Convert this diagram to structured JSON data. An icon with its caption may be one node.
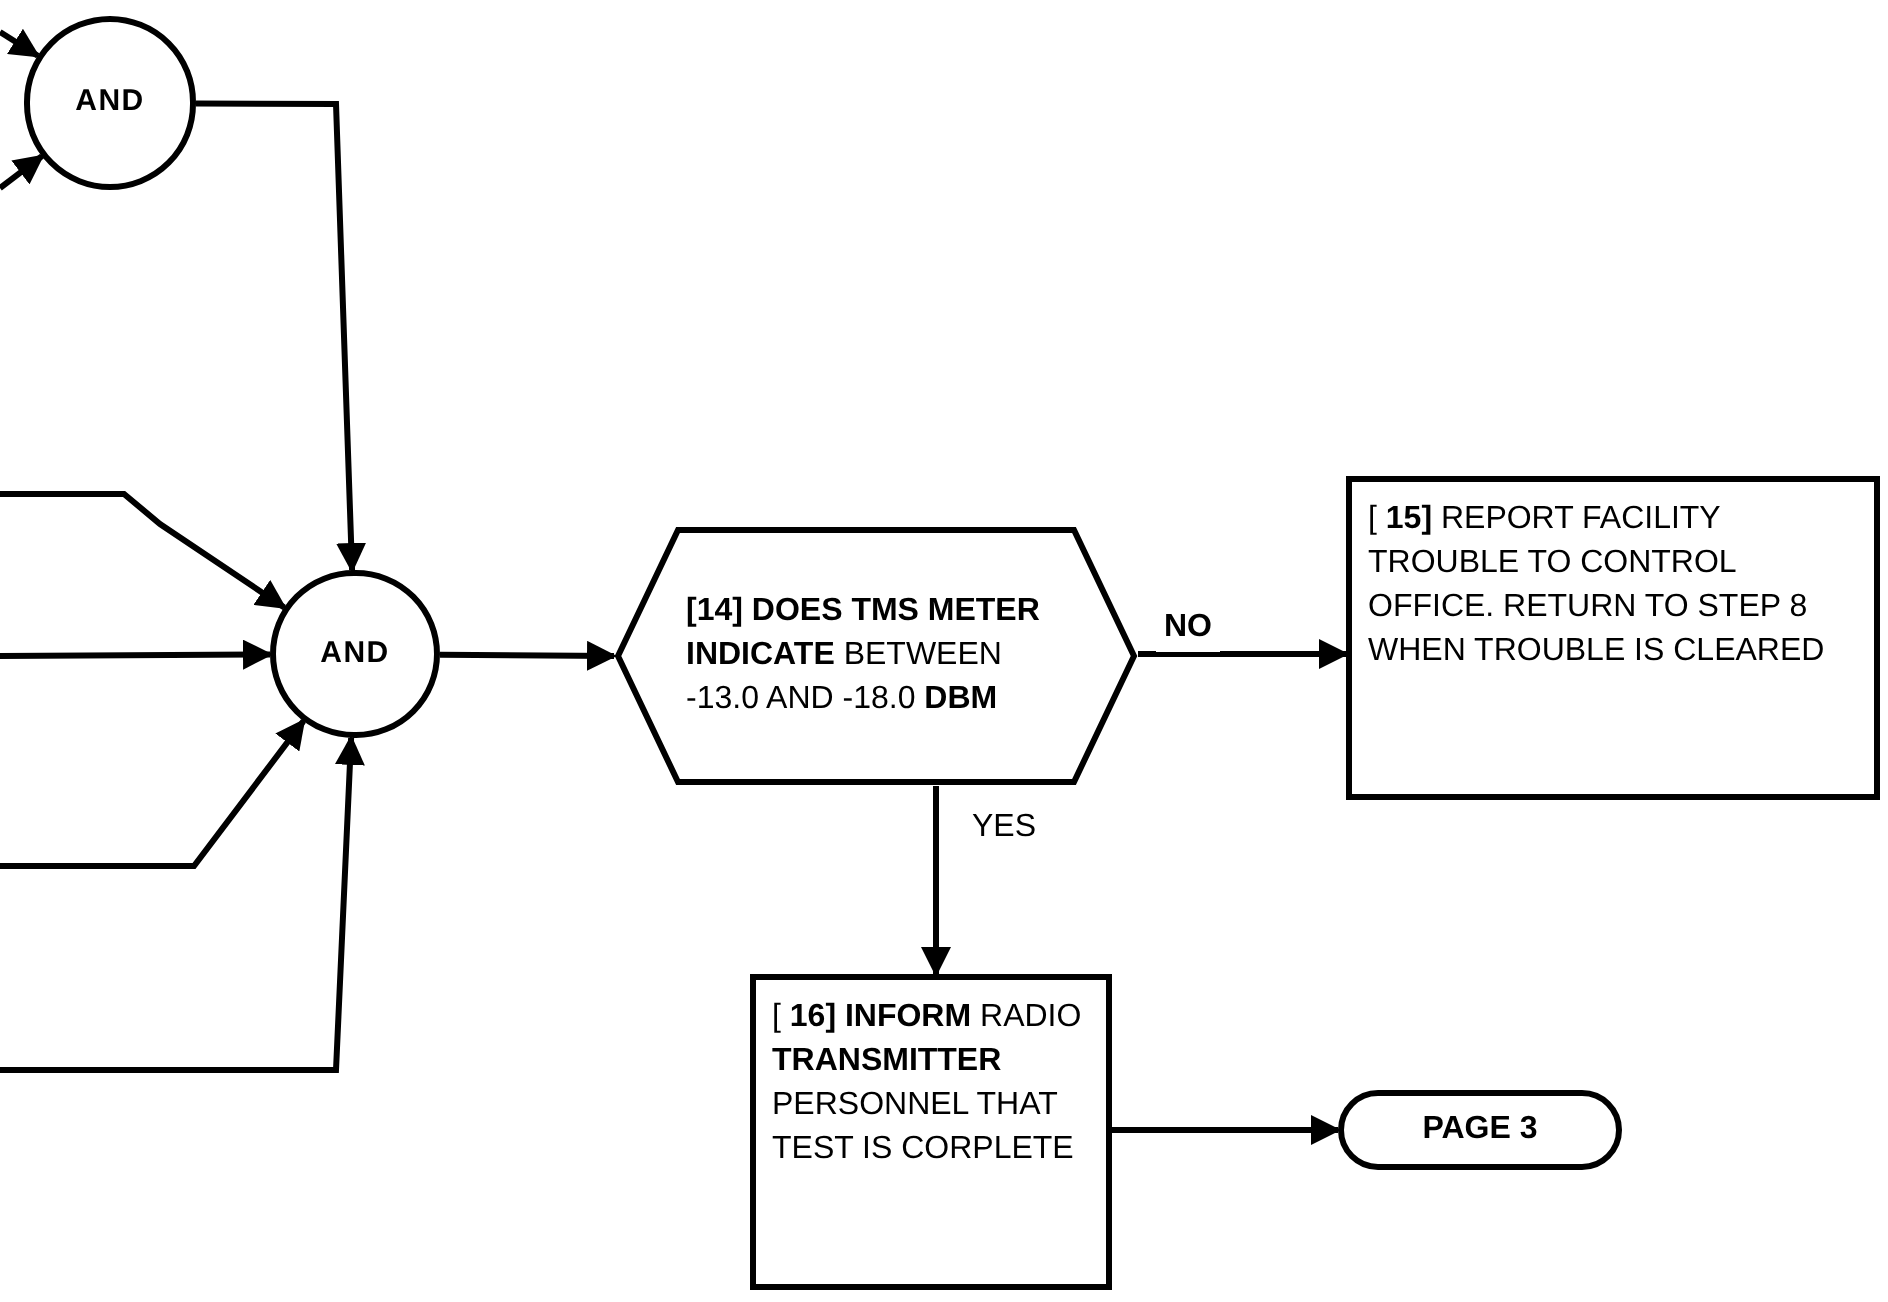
{
  "diagram": {
    "nodes": [
      {
        "text": [
          "AND"
        ]
      },
      {
        "text": [
          "AND"
        ]
      },
      {
        "text": [
          "**[14] DOES TMS METER INDICATE** BETWEEN -13.0 AND -18.0 **DBM**"
        ]
      },
      {
        "text": [
          "[ **15]** REPORT FACILITY TROUBLE TO CONTROL OFFICE. RETURN TO STEP 8 WHEN TROUBLE IS CLEARED"
        ]
      },
      {
        "text": [
          "[ **16] INFORM** RADIO **TRANSMITTER** PERSONNEL THAT TEST IS CORPLETE"
        ]
      },
      {
        "text": [
          "PAGE 3"
        ]
      }
    ],
    "edges": [
      {
        "from": null,
        "to": 0,
        "arrow": "to"
      },
      {
        "from": null,
        "to": 0,
        "arrow": "to"
      },
      {
        "from": 0,
        "to": 1,
        "arrow": "to"
      },
      {
        "from": null,
        "to": 1,
        "arrow": "to"
      },
      {
        "from": null,
        "to": 1,
        "arrow": "to"
      },
      {
        "from": null,
        "to": 1,
        "arrow": "to"
      },
      {
        "from": null,
        "to": 1,
        "arrow": "to"
      },
      {
        "from": 1,
        "to": 2,
        "arrow": "to"
      },
      {
        "from": 2,
        "to": 3,
        "arrow": "to",
        "label": "NO"
      },
      {
        "from": 2,
        "to": 4,
        "arrow": "to",
        "label": "YES"
      },
      {
        "from": 4,
        "to": 5,
        "arrow": "to"
      }
    ]
  }
}
